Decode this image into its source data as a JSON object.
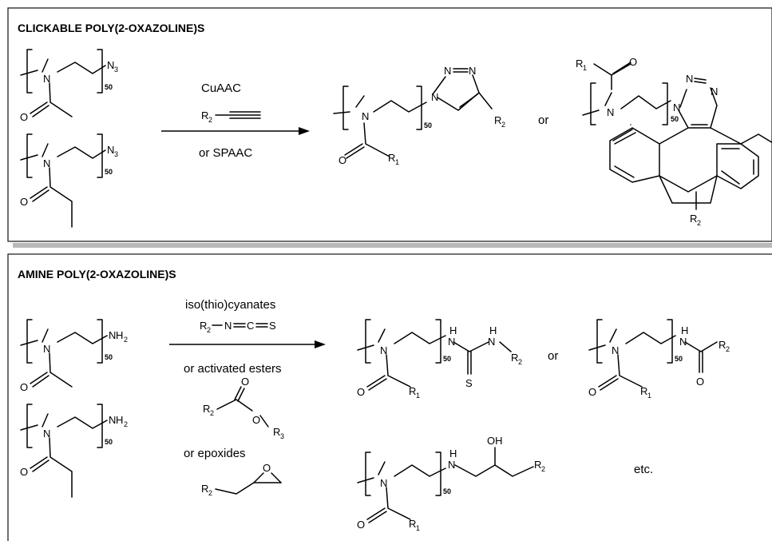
{
  "panels": {
    "clickable": {
      "title": "CLICKABLE POLY(2-OXAZOLINE)S",
      "condition_top": "CuAAC",
      "condition_bottom": "or SPAAC",
      "or_label": "or"
    },
    "amine": {
      "title": "AMINE POLY(2-OXAZOLINE)S",
      "condition_1": "iso(thio)cyanates",
      "condition_2": "or activated esters",
      "condition_3": "or epoxides",
      "or_label": "or",
      "etc_label": "etc."
    }
  },
  "atoms": {
    "N": "N",
    "O": "O",
    "S": "S",
    "H": "H",
    "OH": "OH",
    "C": "C",
    "R": "R",
    "n": "50",
    "sub_1": "1",
    "sub_2": "2",
    "sub_3": "3"
  },
  "colors": {
    "r_group_blue": "#2f5ea8",
    "r3_red": "#e0302a",
    "frame": "#222222",
    "shadow": "#b9b9b9"
  }
}
